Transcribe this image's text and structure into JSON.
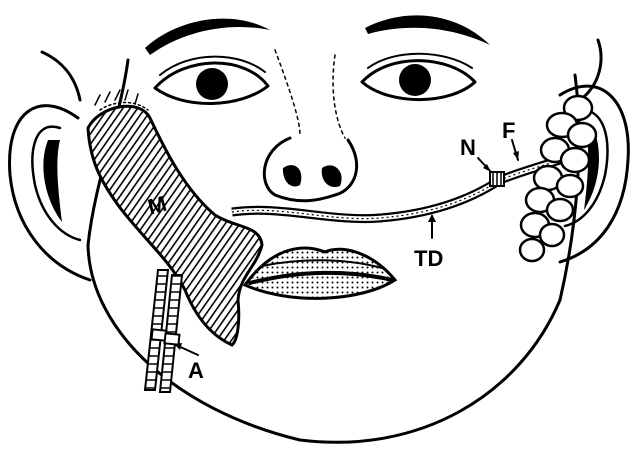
{
  "figure": {
    "labels": {
      "muscle": "M",
      "nerve": "N",
      "fascia": "F",
      "duct": "TD",
      "artery": "A"
    }
  }
}
